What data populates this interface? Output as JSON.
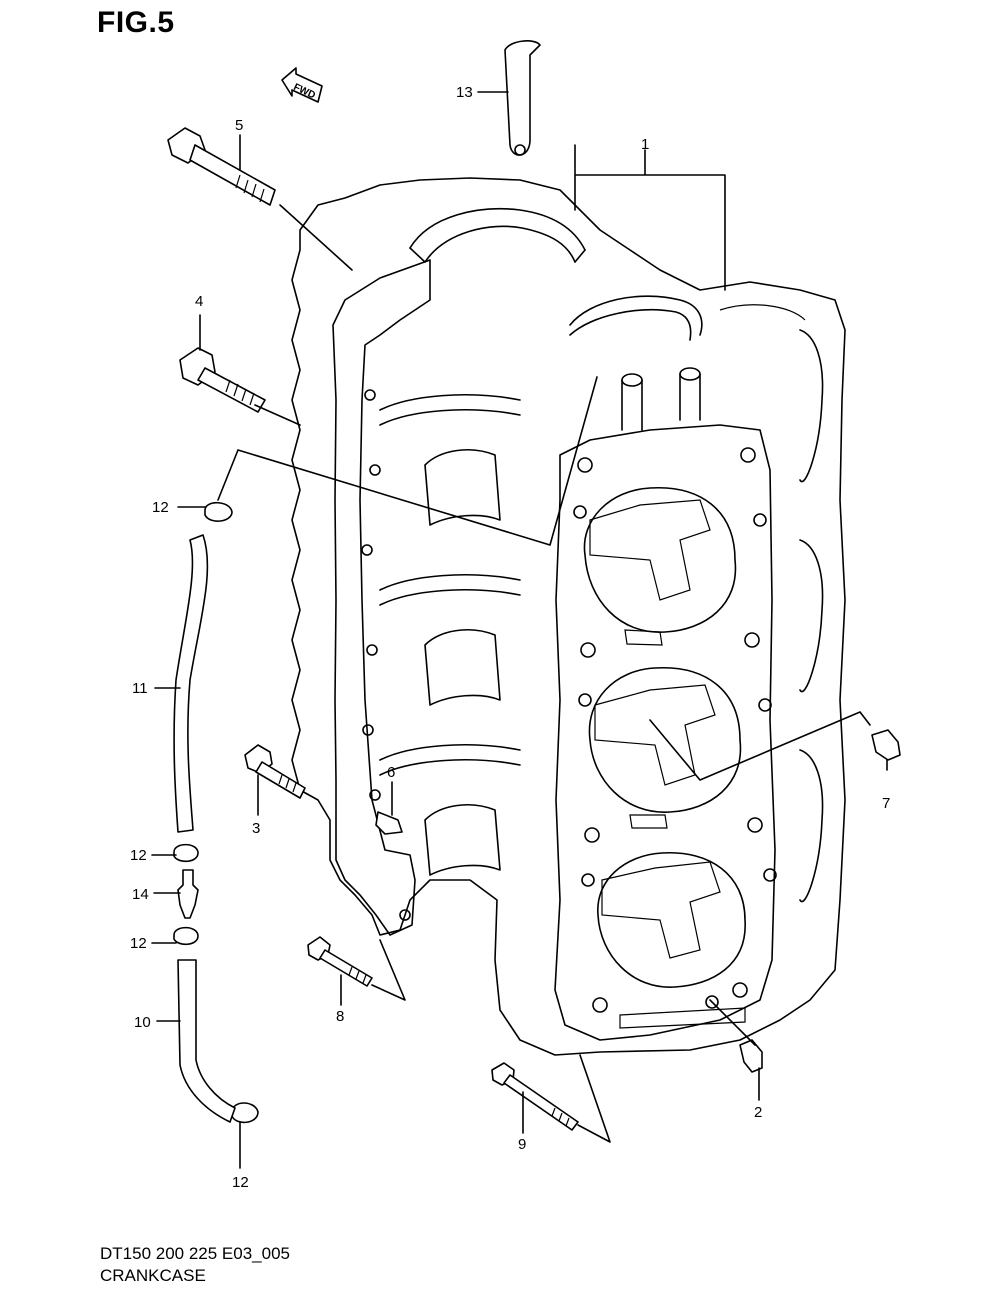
{
  "figure": {
    "title": "FIG.5",
    "model_code": "DT150 200 225 E03_005",
    "caption": "CRANKCASE"
  },
  "direction_arrow": {
    "label": "FWD"
  },
  "callouts": [
    {
      "id": "p1",
      "label": "1"
    },
    {
      "id": "p2",
      "label": "2"
    },
    {
      "id": "p3",
      "label": "3"
    },
    {
      "id": "p4",
      "label": "4"
    },
    {
      "id": "p5",
      "label": "5"
    },
    {
      "id": "p6",
      "label": "6"
    },
    {
      "id": "p7",
      "label": "7"
    },
    {
      "id": "p8",
      "label": "8"
    },
    {
      "id": "p9",
      "label": "9"
    },
    {
      "id": "p10",
      "label": "10"
    },
    {
      "id": "p11",
      "label": "11"
    },
    {
      "id": "p12a",
      "label": "12"
    },
    {
      "id": "p12b",
      "label": "12"
    },
    {
      "id": "p12c",
      "label": "12"
    },
    {
      "id": "p12d",
      "label": "12"
    },
    {
      "id": "p13",
      "label": "13"
    },
    {
      "id": "p14",
      "label": "14"
    }
  ]
}
